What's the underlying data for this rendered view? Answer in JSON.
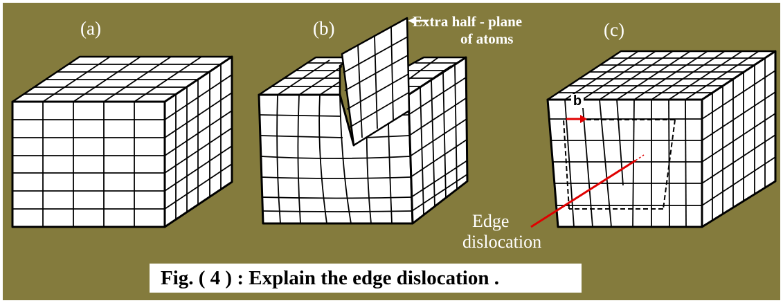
{
  "panels": {
    "a": {
      "label": "(a)"
    },
    "b": {
      "label": "(b)",
      "annotation_line1": "Extra half - plane",
      "annotation_line2": "of atoms"
    },
    "c": {
      "label": "(c)",
      "burgers_label": "b",
      "edge_line1": "Edge",
      "edge_line2": "dislocation"
    }
  },
  "caption": "Fig. ( 4 ) : Explain the edge dislocation .",
  "colors": {
    "background": "#847b3d",
    "lattice_fill": "#ffffff",
    "lattice_line": "#000000",
    "arrow_red": "#e00000",
    "caption_box": "#ffffff"
  }
}
